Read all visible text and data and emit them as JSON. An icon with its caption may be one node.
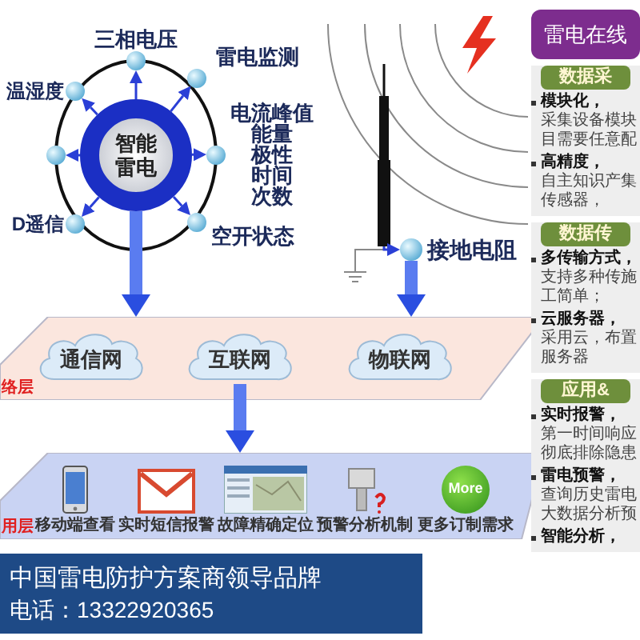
{
  "diagram": {
    "nodes": [
      {
        "text": [
          "智能雷电"
        ]
      },
      {
        "text": [
          "三相电压"
        ]
      },
      {
        "text": [
          "温湿度"
        ]
      },
      {
        "text": [
          "雷电监测"
        ]
      },
      {
        "text": [],
        "shape": "circle"
      },
      {
        "text": [
          "电流峰值",
          "能量",
          "极性",
          "时间",
          "次数"
        ]
      },
      {
        "text": [
          "D遥信"
        ]
      },
      {
        "text": [
          "空开状态"
        ]
      },
      {
        "text": [],
        "shape": "picture"
      },
      {
        "text": [
          "接地电阻"
        ]
      },
      {
        "text": [
          "络层"
        ]
      },
      {
        "text": [
          "通信网"
        ],
        "in": 10
      },
      {
        "text": [
          "互联网"
        ],
        "in": 10
      },
      {
        "text": [
          "物联网"
        ],
        "in": 10
      },
      {
        "text": [
          "用层"
        ]
      },
      {
        "text": [
          "移动端查看"
        ],
        "in": 14
      },
      {
        "text": [
          "实时短信报警"
        ],
        "in": 14
      },
      {
        "text": [
          "故障精确定位"
        ],
        "in": 14
      },
      {
        "text": [
          "预警分析机制"
        ],
        "in": 14
      },
      {
        "text": [
          "更多订制需求"
        ],
        "in": 14
      },
      {
        "text": [
          "雷电在线"
        ]
      },
      {
        "text": [
          "数据采",
          "模块化，",
          "采集设备模块目需要任意配",
          "高精度，",
          "自主知识产集传感器，"
        ]
      },
      {
        "text": [
          "数据传",
          "多传输方式，",
          "支持多种传施工简单；",
          "云服务器，",
          "采用云，布置服务器"
        ]
      },
      {
        "text": [
          "应用&",
          "实时报警，",
          "第一时间响应彻底排除隐患",
          "雷电预警，",
          "查询历史雷电大数据分析预",
          "智能分析，"
        ]
      }
    ],
    "edges": [
      {
        "from": 0,
        "to": 1,
        "arrow": "to"
      },
      {
        "from": 0,
        "to": 2,
        "arrow": "to"
      },
      {
        "from": 0,
        "to": 3,
        "arrow": "to"
      },
      {
        "from": 0,
        "to": 4,
        "arrow": "to"
      },
      {
        "from": 0,
        "to": 5,
        "arrow": "to"
      },
      {
        "from": 0,
        "to": 6,
        "arrow": "to"
      },
      {
        "from": 0,
        "to": 7,
        "arrow": "to"
      },
      {
        "from": 0,
        "to": 10,
        "arrow": "to",
        "style": "thick"
      },
      {
        "from": 8,
        "to": 9,
        "arrow": "to"
      },
      {
        "from": 9,
        "to": 10,
        "arrow": "to",
        "style": "thick"
      },
      {
        "from": 12,
        "to": 14,
        "arrow": "to",
        "style": "thick"
      }
    ],
    "labels": [
      "More",
      "中国雷电防护方案商领导品牌",
      "电话：13322920365"
    ]
  }
}
